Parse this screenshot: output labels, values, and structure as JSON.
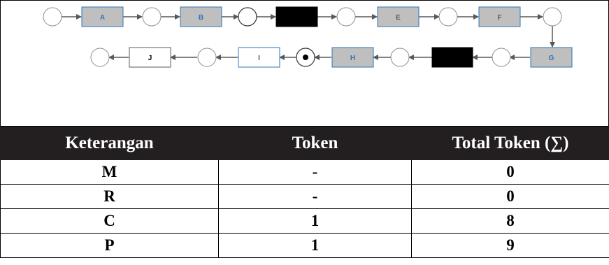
{
  "diagram": {
    "row1_labels": [
      "A",
      "B",
      "",
      "E",
      "F"
    ],
    "row2_labels": [
      "G",
      "",
      "H",
      "I",
      "J"
    ],
    "shaded_color": "#bfbfbf",
    "black_color": "#000000",
    "border_color": "#2e75b6"
  },
  "table": {
    "headers": [
      "Keterangan",
      "Token",
      "Total Token (∑)"
    ],
    "rows": [
      [
        "M",
        "-",
        "0"
      ],
      [
        "R",
        "-",
        "0"
      ],
      [
        "C",
        "1",
        "8"
      ],
      [
        "P",
        "1",
        "9"
      ]
    ]
  }
}
